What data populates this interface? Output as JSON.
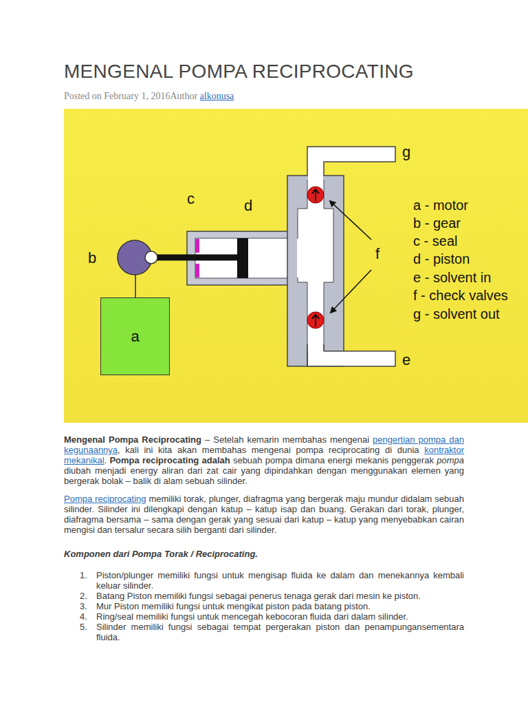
{
  "diagram": {
    "title": "MENGENAL POMPA RECIPROCATING",
    "nodes": [
      {
        "text": [
          "a"
        ]
      }
    ],
    "labels": [
      "Posted on February 1, 2016Author",
      "alkonusa",
      "c",
      "d",
      "b",
      "f",
      "g",
      "e",
      "a - motor",
      "b - gear",
      "c - seal",
      "d - piston",
      "e - solvent in",
      "f - check valves",
      "g - solvent out",
      "Mengenal Pompa Reciprocating",
      "– Setelah kemarin membahas mengenai",
      "pengertian pompa dan kegunaannya",
      ", kali ini kita akan membahas mengenai pompa reciprocating di dunia",
      "kontraktor mekanikal",
      ".",
      "Pompa reciprocating adalah",
      "sebuah pompa dimana energi mekanis penggerak",
      "pompa",
      "diubah menjadi energy aliran dari zat cair yang dipindahkan dengan menggunakan elemen yang bergerak bolak – balik di alam sebuah silinder.",
      "Pompa reciprocating",
      "memiliki torak, plunger, diafragma yang bergerak maju mundur didalam sebuah silinder. Silinder ini dilengkapi dengan katup – katup isap dan buang. Gerakan dari torak, plunger, diafragma bersama – sama dengan gerak yang sesuai dari katup – katup yang menyebabkan cairan mengisi dan tersalur secara silih berganti dari silinder.",
      "Komponen dari Pompa Torak / Reciprocating.",
      "1.",
      "Piston/plunger memiliki fungsi untuk mengisap fluida ke dalam dan menekannya kembali keluar silinder.",
      "2.",
      "Batang Piston memiliki fungsi sebagai penerus tenaga gerak dari mesin ke piston.",
      "3.",
      "Mur Piston memiliki fungsi untuk mengikat piston pada batang piston.",
      "4.",
      "Ring/seal memiliki fungsi untuk mencegah kebocoran fluida dari dalam silinder.",
      "5.",
      "Silinder memiliki fungsi sebagai tempat pergerakan piston dan penampungansementara fluida."
    ]
  }
}
